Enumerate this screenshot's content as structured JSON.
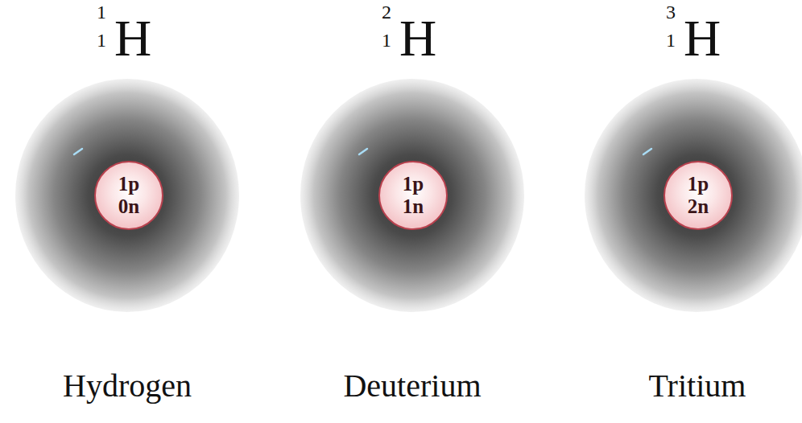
{
  "diagram": {
    "nodes": [
      {
        "text": [
          "1p",
          "0n"
        ]
      },
      {
        "text": [
          "1p",
          "1n"
        ]
      },
      {
        "text": [
          "1p",
          "2n"
        ]
      }
    ],
    "labels": [
      "1",
      "1",
      "H",
      "2",
      "1",
      "H",
      "3",
      "1",
      "H",
      "Hydrogen",
      "Deuterium",
      "Tritium"
    ]
  }
}
